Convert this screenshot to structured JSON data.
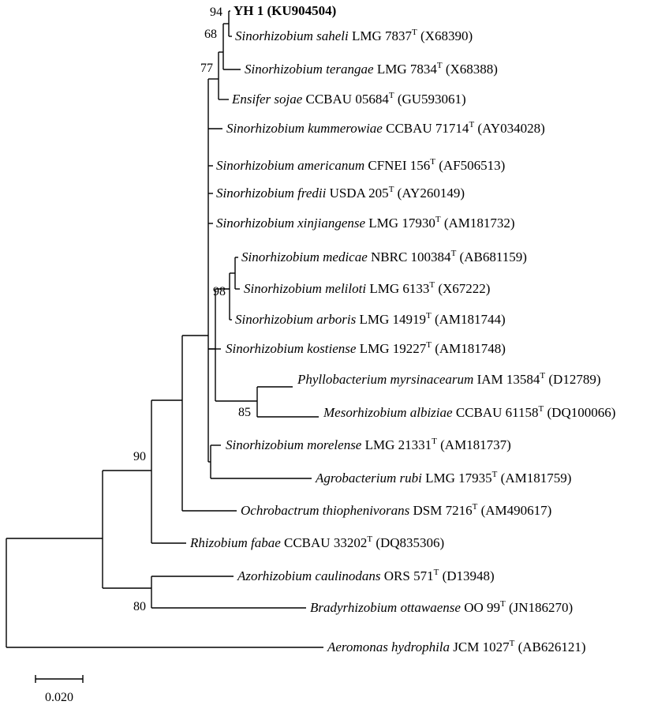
{
  "taxa": {
    "t1": {
      "name": "YH 1 (KU904504)",
      "strain": "",
      "type": "",
      "acc": ""
    },
    "t2": {
      "name": "Sinorhizobium saheli",
      "strain": "LMG 7837",
      "type": "T",
      "acc": "(X68390)"
    },
    "t3": {
      "name": "Sinorhizobium terangae",
      "strain": "LMG 7834",
      "type": "T",
      "acc": "(X68388)"
    },
    "t4": {
      "name": "Ensifer sojae",
      "strain": "CCBAU 05684",
      "type": "T",
      "acc": "(GU593061)"
    },
    "t5": {
      "name": "Sinorhizobium kummerowiae",
      "strain": "CCBAU 71714",
      "type": "T",
      "acc": "(AY034028)"
    },
    "t6": {
      "name": "Sinorhizobium americanum",
      "strain": "CFNEI 156",
      "type": "T",
      "acc": "(AF506513)"
    },
    "t7": {
      "name": "Sinorhizobium fredii",
      "strain": "USDA 205",
      "type": "T",
      "acc": "(AY260149)"
    },
    "t8": {
      "name": "Sinorhizobium xinjiangense",
      "strain": "LMG 17930",
      "type": "T",
      "acc": "(AM181732)"
    },
    "t9": {
      "name": "Sinorhizobium medicae",
      "strain": "NBRC 100384",
      "type": "T",
      "acc": "(AB681159)"
    },
    "t10": {
      "name": "Sinorhizobium meliloti",
      "strain": "LMG 6133",
      "type": "T",
      "acc": "(X67222)"
    },
    "t11": {
      "name": "Sinorhizobium arboris",
      "strain": "LMG 14919",
      "type": "T",
      "acc": "(AM181744)"
    },
    "t12": {
      "name": "Sinorhizobium kostiense",
      "strain": "LMG 19227",
      "type": "T",
      "acc": "(AM181748)"
    },
    "t13": {
      "name": "Phyllobacterium myrsinacearum",
      "strain": "IAM 13584",
      "type": "T",
      "acc": "(D12789)"
    },
    "t14": {
      "name": "Mesorhizobium albiziae",
      "strain": "CCBAU 61158",
      "type": "T",
      "acc": "(DQ100066)"
    },
    "t15": {
      "name": "Sinorhizobium morelense",
      "strain": "LMG 21331",
      "type": "T",
      "acc": "(AM181737)"
    },
    "t16": {
      "name": "Agrobacterium rubi",
      "strain": "LMG 17935",
      "type": "T",
      "acc": "(AM181759)"
    },
    "t17": {
      "name": "Ochrobactrum thiophenivorans",
      "strain": "DSM 7216",
      "type": "T",
      "acc": "(AM490617)"
    },
    "t18": {
      "name": "Rhizobium fabae",
      "strain": "CCBAU 33202",
      "type": "T",
      "acc": "(DQ835306)"
    },
    "t19": {
      "name": "Azorhizobium caulinodans",
      "strain": "ORS 571",
      "type": "T",
      "acc": "(D13948)"
    },
    "t20": {
      "name": "Bradyrhizobium ottawaense",
      "strain": "OO 99",
      "type": "T",
      "acc": "(JN186270)"
    },
    "t21": {
      "name": "Aeromonas hydrophila",
      "strain": "JCM 1027",
      "type": "T",
      "acc": "(AB626121)"
    }
  },
  "bootstrap": {
    "b94": "94",
    "b68": "68",
    "b77": "77",
    "b98": "98",
    "b85": "85",
    "b90": "90",
    "b80": "80"
  },
  "scale": {
    "label": "0.020"
  }
}
